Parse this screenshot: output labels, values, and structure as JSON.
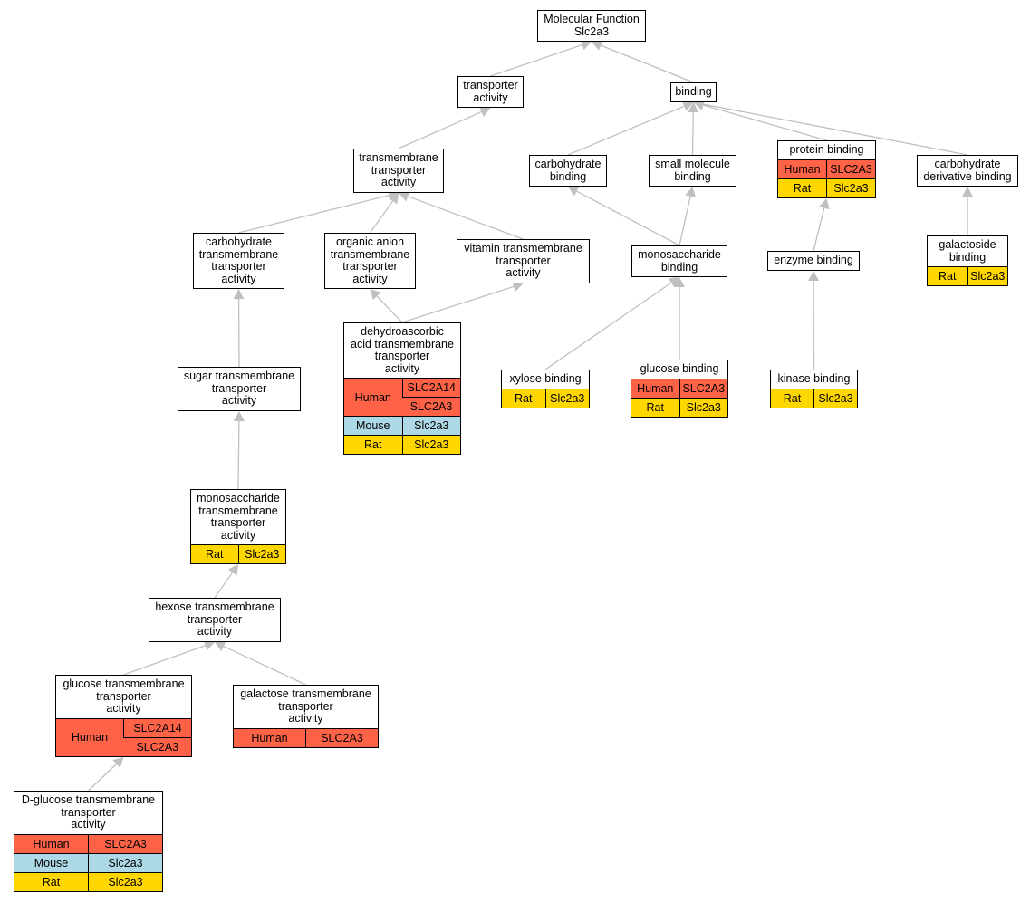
{
  "colors": {
    "Human": "#ff6347",
    "Mouse": "#add8e6",
    "Rat": "#ffd700",
    "edge": "#c0c0c0"
  },
  "nodes": [
    {
      "id": "mf",
      "label": "Molecular Function\nSlc2a3",
      "annotations": []
    },
    {
      "id": "transporter",
      "label": "transporter\nactivity",
      "annotations": []
    },
    {
      "id": "binding",
      "label": "binding",
      "annotations": []
    },
    {
      "id": "tmt",
      "label": "transmembrane\ntransporter\nactivity",
      "annotations": []
    },
    {
      "id": "carb_bind",
      "label": "carbohydrate\nbinding",
      "annotations": []
    },
    {
      "id": "small_mol",
      "label": "small molecule\nbinding",
      "annotations": []
    },
    {
      "id": "protein_bind",
      "label": "protein binding",
      "annotations": [
        {
          "species": "Human",
          "genes": [
            "SLC2A3"
          ]
        },
        {
          "species": "Rat",
          "genes": [
            "Slc2a3"
          ]
        }
      ]
    },
    {
      "id": "carb_deriv",
      "label": "carbohydrate\nderivative binding",
      "annotations": []
    },
    {
      "id": "carb_tmt",
      "label": "carbohydrate\ntransmembrane\ntransporter\nactivity",
      "annotations": []
    },
    {
      "id": "org_anion",
      "label": "organic anion\ntransmembrane\ntransporter\nactivity",
      "annotations": []
    },
    {
      "id": "vitamin",
      "label": "vitamin transmembrane\ntransporter\nactivity",
      "annotations": []
    },
    {
      "id": "mono_bind",
      "label": "monosaccharide\nbinding",
      "annotations": []
    },
    {
      "id": "enzyme",
      "label": "enzyme binding",
      "annotations": []
    },
    {
      "id": "galactoside",
      "label": "galactoside\nbinding",
      "annotations": [
        {
          "species": "Rat",
          "genes": [
            "Slc2a3"
          ]
        }
      ]
    },
    {
      "id": "dehydro",
      "label": "dehydroascorbic\nacid transmembrane\ntransporter\nactivity",
      "annotations": [
        {
          "species": "Human",
          "genes": [
            "SLC2A14",
            "SLC2A3"
          ]
        },
        {
          "species": "Mouse",
          "genes": [
            "Slc2a3"
          ]
        },
        {
          "species": "Rat",
          "genes": [
            "Slc2a3"
          ]
        }
      ]
    },
    {
      "id": "sugar",
      "label": "sugar transmembrane\ntransporter\nactivity",
      "annotations": []
    },
    {
      "id": "xylose",
      "label": "xylose binding",
      "annotations": [
        {
          "species": "Rat",
          "genes": [
            "Slc2a3"
          ]
        }
      ]
    },
    {
      "id": "glucose_bind",
      "label": "glucose binding",
      "annotations": [
        {
          "species": "Human",
          "genes": [
            "SLC2A3"
          ]
        },
        {
          "species": "Rat",
          "genes": [
            "Slc2a3"
          ]
        }
      ]
    },
    {
      "id": "kinase",
      "label": "kinase binding",
      "annotations": [
        {
          "species": "Rat",
          "genes": [
            "Slc2a3"
          ]
        }
      ]
    },
    {
      "id": "mono_tmt",
      "label": "monosaccharide\ntransmembrane\ntransporter\nactivity",
      "annotations": [
        {
          "species": "Rat",
          "genes": [
            "Slc2a3"
          ]
        }
      ]
    },
    {
      "id": "hexose",
      "label": "hexose transmembrane\ntransporter\nactivity",
      "annotations": []
    },
    {
      "id": "glucose_tmt",
      "label": "glucose transmembrane\ntransporter\nactivity",
      "annotations": [
        {
          "species": "Human",
          "genes": [
            "SLC2A14",
            "SLC2A3"
          ]
        }
      ]
    },
    {
      "id": "galactose_tmt",
      "label": "galactose transmembrane\ntransporter\nactivity",
      "annotations": [
        {
          "species": "Human",
          "genes": [
            "SLC2A3"
          ]
        }
      ]
    },
    {
      "id": "dglucose",
      "label": "D-glucose transmembrane\ntransporter\nactivity",
      "annotations": [
        {
          "species": "Human",
          "genes": [
            "SLC2A3"
          ]
        },
        {
          "species": "Mouse",
          "genes": [
            "Slc2a3"
          ]
        },
        {
          "species": "Rat",
          "genes": [
            "Slc2a3"
          ]
        }
      ]
    }
  ],
  "edges": [
    {
      "from": "transporter",
      "to": "mf"
    },
    {
      "from": "binding",
      "to": "mf"
    },
    {
      "from": "tmt",
      "to": "transporter"
    },
    {
      "from": "carb_bind",
      "to": "binding"
    },
    {
      "from": "small_mol",
      "to": "binding"
    },
    {
      "from": "protein_bind",
      "to": "binding"
    },
    {
      "from": "carb_deriv",
      "to": "binding"
    },
    {
      "from": "carb_tmt",
      "to": "tmt"
    },
    {
      "from": "org_anion",
      "to": "tmt"
    },
    {
      "from": "vitamin",
      "to": "tmt"
    },
    {
      "from": "mono_bind",
      "to": "carb_bind"
    },
    {
      "from": "mono_bind",
      "to": "small_mol"
    },
    {
      "from": "enzyme",
      "to": "protein_bind"
    },
    {
      "from": "galactoside",
      "to": "carb_deriv"
    },
    {
      "from": "dehydro",
      "to": "org_anion"
    },
    {
      "from": "dehydro",
      "to": "vitamin"
    },
    {
      "from": "sugar",
      "to": "carb_tmt"
    },
    {
      "from": "xylose",
      "to": "mono_bind"
    },
    {
      "from": "glucose_bind",
      "to": "mono_bind"
    },
    {
      "from": "kinase",
      "to": "enzyme"
    },
    {
      "from": "mono_tmt",
      "to": "sugar"
    },
    {
      "from": "hexose",
      "to": "mono_tmt"
    },
    {
      "from": "glucose_tmt",
      "to": "hexose"
    },
    {
      "from": "galactose_tmt",
      "to": "hexose"
    },
    {
      "from": "dglucose",
      "to": "glucose_tmt"
    }
  ]
}
